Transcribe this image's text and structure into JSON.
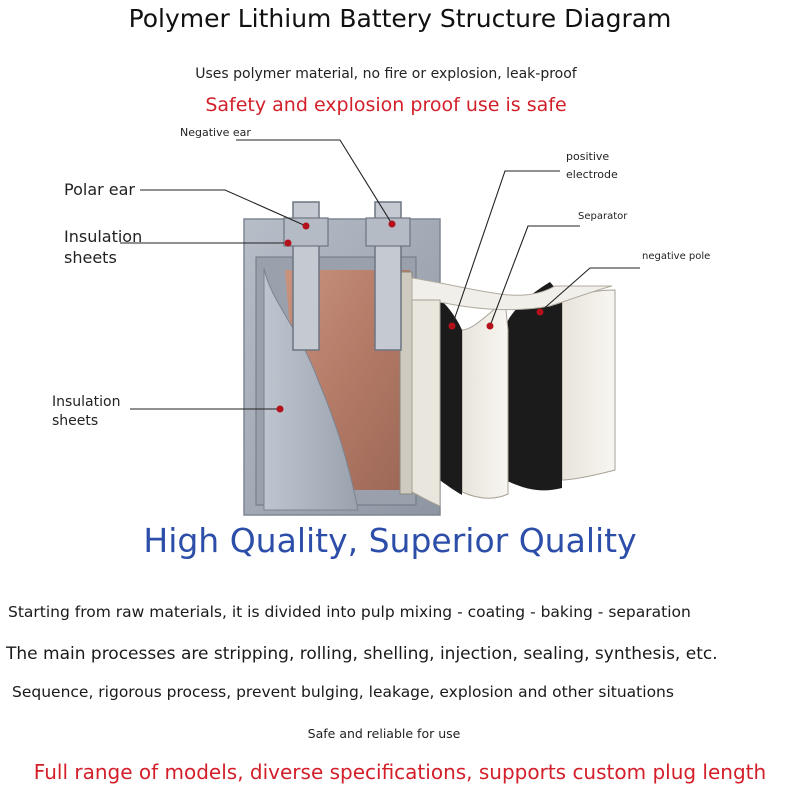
{
  "header": {
    "title": "Polymer Lithium Battery Structure Diagram",
    "subtitle": "Uses polymer material, no fire or explosion, leak-proof",
    "safety": "Safety and explosion proof use is safe"
  },
  "labels": {
    "negative_ear": "Negative ear",
    "polar_ear": "Polar ear",
    "insulation_top_line1": "Insulation",
    "insulation_top_line2": "sheets",
    "insulation_bottom_line1": "Insulation",
    "insulation_bottom_line2": "sheets",
    "positive_electrode_line1": "positive",
    "positive_electrode_line2": "electrode",
    "separator": "Separator",
    "negative_pole": "negative pole"
  },
  "quality_heading": "High Quality, Superior Quality",
  "paragraphs": [
    "Starting from raw materials, it is divided into pulp mixing - coating - baking - separation",
    "The main processes are stripping, rolling, shelling, injection, sealing, synthesis, etc.",
    "Sequence, rigorous process, prevent bulging, leakage, explosion and other situations"
  ],
  "safe_use": "Safe and reliable for use",
  "footer": "Full range of models, diverse specifications, supports custom plug length",
  "colors": {
    "accent_red": "#d21f2a",
    "heading_blue": "#2c4ea8",
    "marker_red": "#b3121c",
    "case_gray": "#a7aeb9",
    "core_brown": "#b87d68"
  }
}
